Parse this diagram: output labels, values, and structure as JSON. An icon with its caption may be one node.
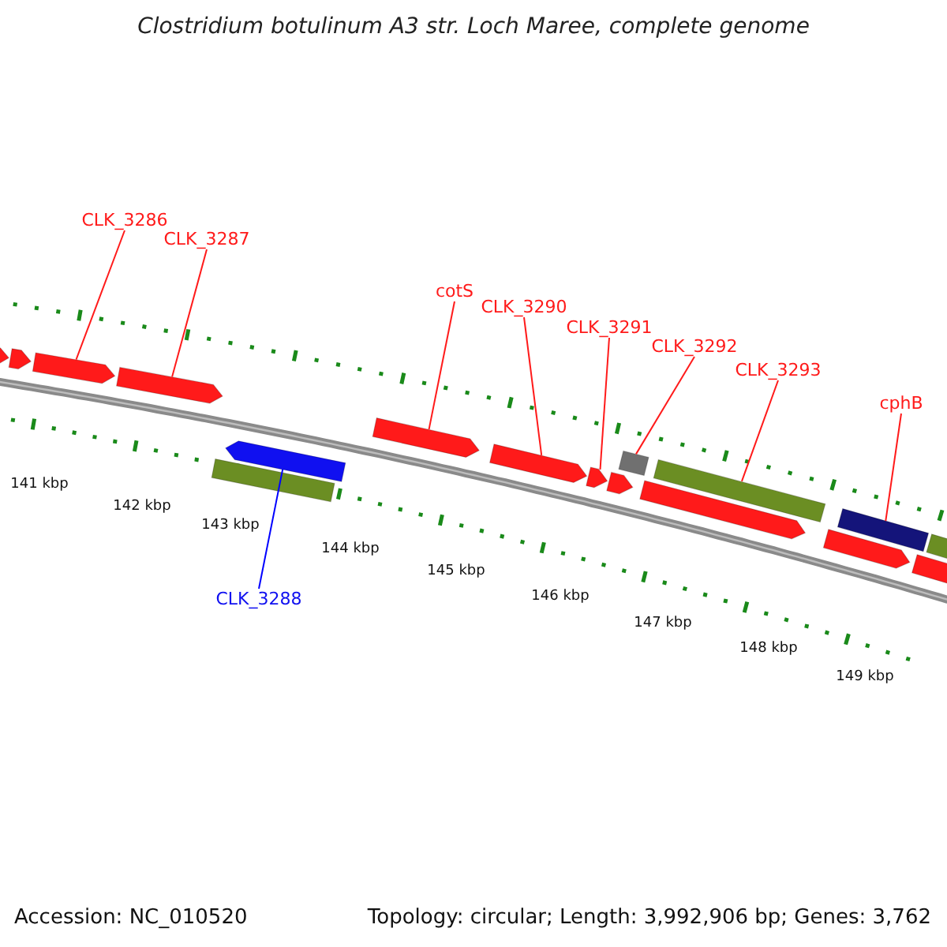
{
  "diagram": {
    "title": "Clostridium botulinum A3 str. Loch Maree, complete genome",
    "nodes": [
      {
        "text": [
          "CLK_3286"
        ]
      },
      {
        "text": [
          "CLK_3287"
        ]
      },
      {
        "text": [
          "cotS"
        ]
      },
      {
        "text": [
          "CLK_3290"
        ]
      },
      {
        "text": [
          "CLK_3291"
        ]
      },
      {
        "text": [
          "CLK_3292"
        ]
      },
      {
        "text": [
          "CLK_3293"
        ]
      },
      {
        "text": [
          "cphB"
        ]
      },
      {
        "text": [
          "CLK_3288"
        ]
      },
      {
        "text": [],
        "shape": "arrow"
      },
      {
        "text": [],
        "shape": "arrow"
      },
      {
        "text": [],
        "shape": "arrow"
      },
      {
        "text": [],
        "shape": "arrow"
      },
      {
        "text": [],
        "shape": "bar"
      },
      {
        "text": [],
        "shape": "arrow"
      },
      {
        "text": [],
        "shape": "arrow"
      },
      {
        "text": [],
        "shape": "arrow"
      },
      {
        "text": [],
        "shape": "arrow"
      },
      {
        "text": [],
        "shape": "arrow"
      },
      {
        "text": [],
        "shape": "bar"
      },
      {
        "text": [],
        "shape": "arrow"
      },
      {
        "text": [],
        "shape": "bar"
      },
      {
        "text": [],
        "shape": "arrow"
      },
      {
        "text": [],
        "shape": "bar"
      },
      {
        "text": [],
        "shape": "arrow"
      },
      {
        "text": [],
        "shape": "bar"
      }
    ],
    "edges": [
      {
        "from": 0,
        "to": 11,
        "arrow": "none"
      },
      {
        "from": 1,
        "to": 12,
        "arrow": "none"
      },
      {
        "from": 2,
        "to": 15,
        "arrow": "none"
      },
      {
        "from": 3,
        "to": 16,
        "arrow": "none"
      },
      {
        "from": 4,
        "to": 17,
        "arrow": "none"
      },
      {
        "from": 5,
        "to": 19,
        "arrow": "none"
      },
      {
        "from": 6,
        "to": 21,
        "arrow": "none"
      },
      {
        "from": 7,
        "to": 23,
        "arrow": "none"
      },
      {
        "from": 8,
        "to": 14,
        "arrow": "none",
        "color": "#0000ff"
      }
    ],
    "labels": [
      "141 kbp",
      "142 kbp",
      "143 kbp",
      "144 kbp",
      "145 kbp",
      "146 kbp",
      "147 kbp",
      "148 kbp",
      "149 kbp",
      "Accession: NC_010520",
      "Topology: circular; Length: 3,992,906 bp; Genes: 3,762"
    ]
  }
}
